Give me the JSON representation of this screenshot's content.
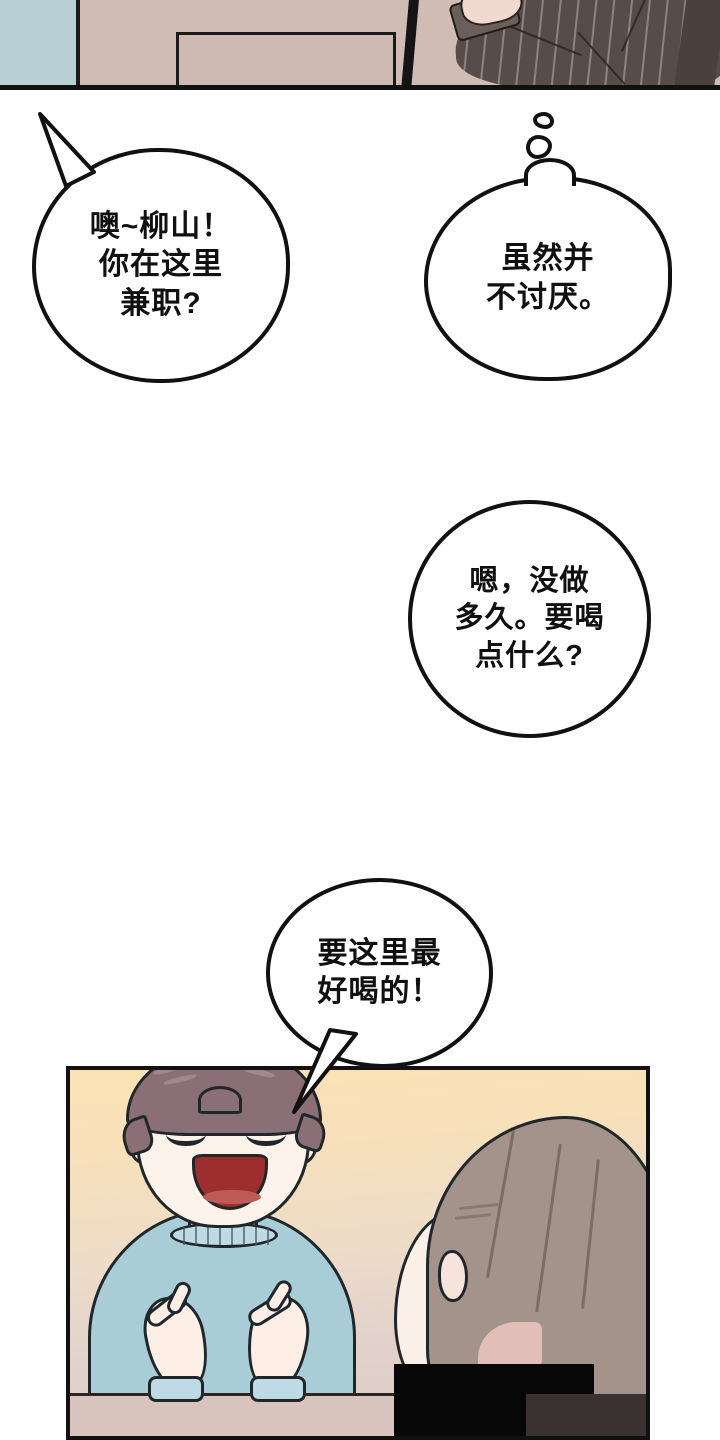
{
  "comic": {
    "title": "webtoon-comic-page",
    "language": "zh-CN",
    "panels": [
      {
        "id": "top-panel",
        "name": "cropped-scene-counter-and-suit",
        "description": "Cropped bottom of previous panel: beige cafe counter, light blue wall at left, dark pinstriped suit sleeve with hand in pocket at right"
      },
      {
        "id": "bottom-panel",
        "name": "boy-and-girl-at-counter",
        "description": "Smiling boy in light blue sweater making finger-gun gestures, girl seen from behind with brown hair at right"
      }
    ],
    "bubbles": [
      {
        "id": "bubble-1",
        "kind": "speech",
        "tail": "up-left",
        "text": "噢~柳山！\n你在这里\n兼职?"
      },
      {
        "id": "bubble-2",
        "kind": "thought",
        "tail": "up-trail",
        "text": "虽然并\n不讨厌。"
      },
      {
        "id": "bubble-3",
        "kind": "speech",
        "tail": "none",
        "text": "嗯，没做\n多久。要喝\n点什么?"
      },
      {
        "id": "bubble-4",
        "kind": "speech",
        "tail": "down-left",
        "text": "要这里最\n好喝的！"
      }
    ]
  },
  "colors": {
    "bubble_fill": "#ffffff",
    "bubble_stroke": "#111111",
    "text": "#101010",
    "page_background": "#ffffff",
    "top_panel_wall": "#cfbdb5",
    "top_panel_left_wall": "#b7d0d6",
    "suit_dark": "#574c49",
    "boy_hair": "#8a6f76",
    "boy_sweater": "#a9cdd6",
    "boy_mouth": "#9e2e2d",
    "girl_hair": "#a3938a",
    "skin": "#fdf3ea",
    "panel_border": "#111111",
    "counter": "#d8c3bd"
  }
}
